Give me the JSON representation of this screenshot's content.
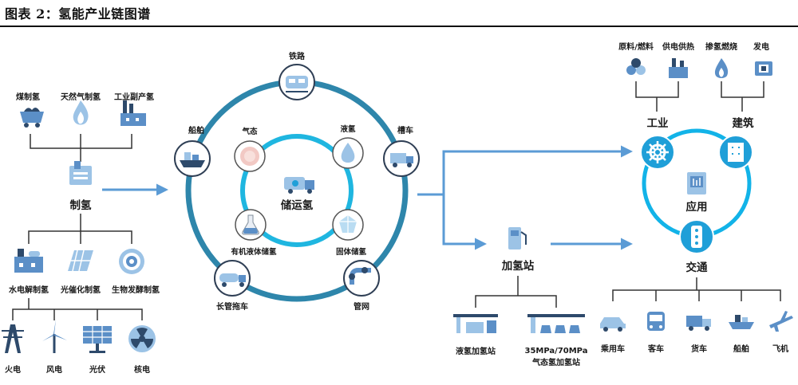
{
  "figure": {
    "title": "图表 2：氢能产业链图谱"
  },
  "production": {
    "sources": [
      {
        "label": "煤制氢",
        "icon": "coal-cart-icon"
      },
      {
        "label": "天然气制氢",
        "icon": "gas-flame-icon"
      },
      {
        "label": "工业副产氢",
        "icon": "factory-icon"
      }
    ],
    "hub_label": "制氢",
    "methods": [
      {
        "label": "水电解制氢",
        "icon": "electrolysis-plant-icon"
      },
      {
        "label": "光催化制氢",
        "icon": "solar-panel-icon"
      },
      {
        "label": "生物发酵制氢",
        "icon": "bio-fermentation-icon"
      }
    ],
    "power": [
      {
        "label": "火电",
        "icon": "power-tower-icon"
      },
      {
        "label": "风电",
        "icon": "wind-turbine-icon"
      },
      {
        "label": "光伏",
        "icon": "photovoltaic-icon"
      },
      {
        "label": "核电",
        "icon": "nuclear-icon"
      }
    ]
  },
  "storage": {
    "center_label": "储运氢",
    "center_icon": "storage-truck-icon",
    "transport_modes": [
      {
        "label": "铁路",
        "icon": "train-icon"
      },
      {
        "label": "槽车",
        "icon": "tanker-truck-icon"
      },
      {
        "label": "管网",
        "icon": "pipeline-icon"
      },
      {
        "label": "长管拖车",
        "icon": "tube-trailer-icon"
      },
      {
        "label": "船舶",
        "icon": "cargo-ship-icon"
      }
    ],
    "forms": [
      {
        "label": "气态",
        "icon": "gas-state-icon"
      },
      {
        "label": "液氢",
        "icon": "liquid-drop-icon"
      },
      {
        "label": "固体储氢",
        "icon": "solid-crystal-icon"
      },
      {
        "label": "有机液体储氢",
        "icon": "flask-icon"
      }
    ]
  },
  "station": {
    "label": "加氢站",
    "icon": "fuel-dispenser-icon",
    "types": [
      {
        "label": "液氢加氢站",
        "icon": "liquid-station-icon"
      },
      {
        "label": "35MPa/70MPa",
        "label2": "气态氢加氢站",
        "icon": "gas-station-icon"
      }
    ]
  },
  "application": {
    "center_label": "应用",
    "center_icon": "application-panel-icon",
    "industry": {
      "label": "工业",
      "icon": "gear-icon",
      "uses": [
        {
          "label": "原料/燃料",
          "icon": "raw-material-icon"
        },
        {
          "label": "供电供热",
          "icon": "power-plant-icon"
        }
      ]
    },
    "building": {
      "label": "建筑",
      "icon": "building-icon",
      "uses": [
        {
          "label": "掺氢燃烧",
          "icon": "flame-blend-icon"
        },
        {
          "label": "发电",
          "icon": "generator-icon"
        }
      ]
    },
    "transport": {
      "label": "交通",
      "icon": "traffic-light-icon",
      "uses": [
        {
          "label": "乘用车",
          "icon": "car-icon"
        },
        {
          "label": "客车",
          "icon": "bus-icon"
        },
        {
          "label": "货车",
          "icon": "truck-icon"
        },
        {
          "label": "船舶",
          "icon": "ship-icon"
        },
        {
          "label": "飞机",
          "icon": "airplane-icon"
        }
      ]
    }
  },
  "colors": {
    "flow_arrow": "#5b9bd5",
    "ring_outer": "#2e86ab",
    "ring_inner": "#1fb6e0",
    "node_fill": "#1f9fd8",
    "text": "#1a1a1a"
  }
}
